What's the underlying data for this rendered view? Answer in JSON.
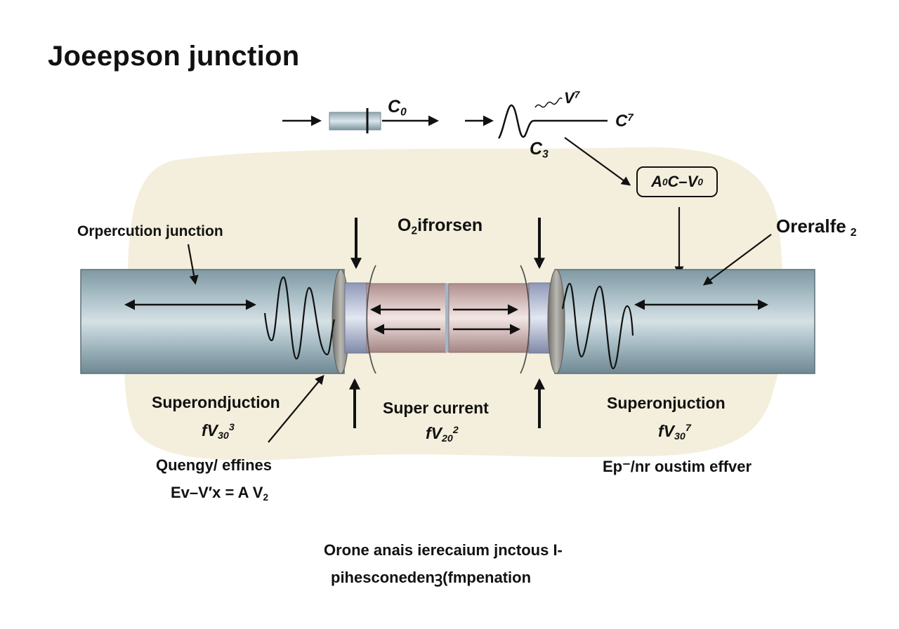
{
  "title": "Joeepson junction",
  "colors": {
    "background": "#ffffff",
    "blob": "#f4efdc",
    "pipe": "#8fa9b4",
    "pipe_highlight": "#cfdde2",
    "junction_barrier": "#c9a8a6",
    "collar": "#b7bfd6",
    "endcap": "#8d8c86",
    "ink": "#111111"
  },
  "top_schematic": {
    "resistor_label": {
      "base": "C",
      "sub": "0"
    },
    "wave_label_top": {
      "base": "V",
      "sup": "7"
    },
    "wave_label_right": {
      "base": "C",
      "sup": "7"
    },
    "wave_label_bottom": {
      "base": "C",
      "sub": "3"
    },
    "formula_box": {
      "a": "A",
      "a_sub": "0",
      "mid": " C–V",
      "v_sub": "0"
    }
  },
  "labels": {
    "left_top": "Orpercution junction",
    "center_top": {
      "base": "O",
      "sub": "2",
      "rest": "ifrorsen"
    },
    "right_top": {
      "base": "Oreralfe",
      "sub": "2"
    },
    "left_bottom": "Superondjuction",
    "left_bottom_formula": {
      "base": "fV",
      "sub": "30",
      "sup": "3"
    },
    "center_bottom": "Super current",
    "center_bottom_formula": {
      "base": "fV",
      "sub": "20",
      "sup": "2"
    },
    "right_bottom": "Superonjuction",
    "right_bottom_formula": {
      "base": "fV",
      "sub": "30",
      "sup": "7"
    },
    "left_energy": "Quengy/ effines",
    "left_equation": {
      "lhs": "Ev–V′x = A V",
      "sub": "2"
    },
    "right_energy": "Ep⁻/nr oustim effver"
  },
  "caption": {
    "line1": "Orone anais ierecaium jnctous I-",
    "line2": "pihesconedenꝫ(fmpenation"
  }
}
